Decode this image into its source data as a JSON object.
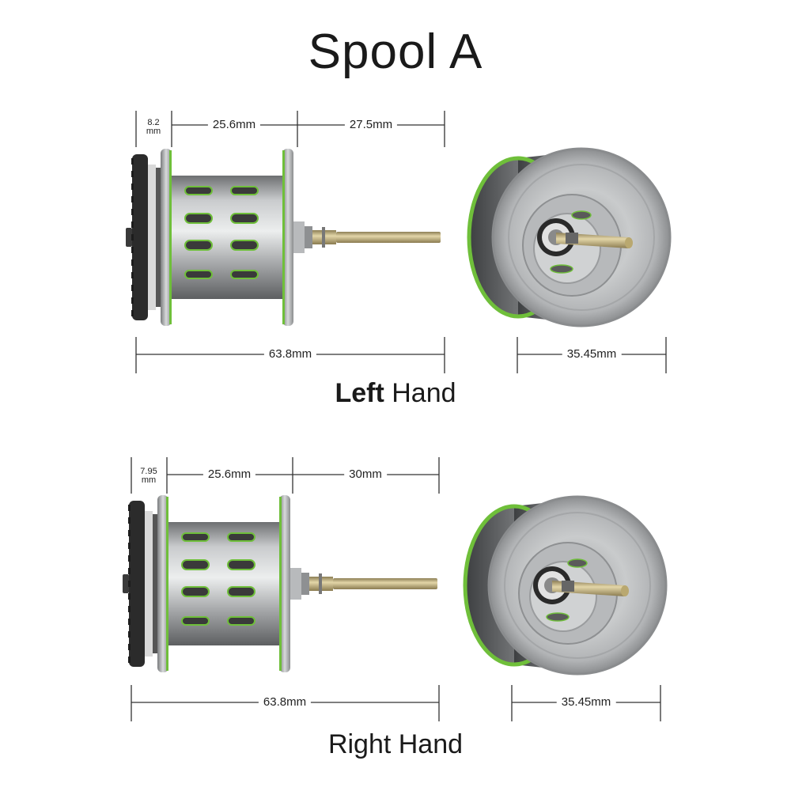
{
  "title": "Spool A",
  "colors": {
    "accent_green": "#6fbf3a",
    "metal": "#9a9c9e",
    "brass": "#c8b98a",
    "dark": "#2a2a2a"
  },
  "left": {
    "label_bold": "Left",
    "label_rest": " Hand",
    "dims": {
      "knob_w": "8.2",
      "knob_unit": "mm",
      "spool_w": "25.6mm",
      "shaft_w": "27.5mm",
      "total_w": "63.8mm",
      "diameter": "35.45mm"
    }
  },
  "right": {
    "label": "Right Hand",
    "dims": {
      "knob_w": "7.95",
      "knob_unit": "mm",
      "spool_w": "25.6mm",
      "shaft_w": "30mm",
      "total_w": "63.8mm",
      "diameter": "35.45mm"
    }
  }
}
